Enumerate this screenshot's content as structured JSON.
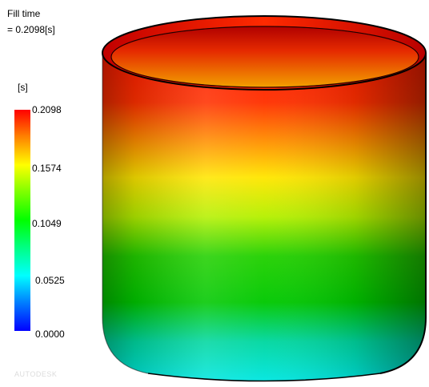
{
  "result": {
    "title": "Fill time",
    "value_line": "= 0.2098[s]"
  },
  "legend": {
    "unit": "[s]",
    "ticks": [
      "0.2098",
      "0.1574",
      "0.1049",
      "0.0525",
      "0.0000"
    ],
    "colors": [
      "#ff0000",
      "#ffff00",
      "#00ff00",
      "#00ffff",
      "#0000ff"
    ]
  },
  "watermark": "AUTODESK",
  "model": {
    "icon": "cylindrical-cup-part",
    "fill_gradient_colors": [
      "#ff1a00",
      "#ff8800",
      "#ffe600",
      "#b4f000",
      "#22d000",
      "#00c800",
      "#00d7a0",
      "#00e6e0"
    ]
  }
}
